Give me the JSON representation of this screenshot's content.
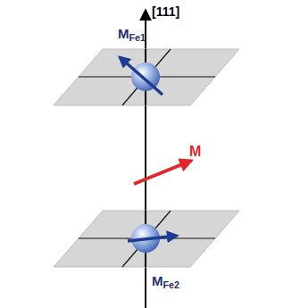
{
  "diagram": {
    "labels": [
      "[111]",
      "MFe1",
      "M",
      "MFe2"
    ]
  }
}
